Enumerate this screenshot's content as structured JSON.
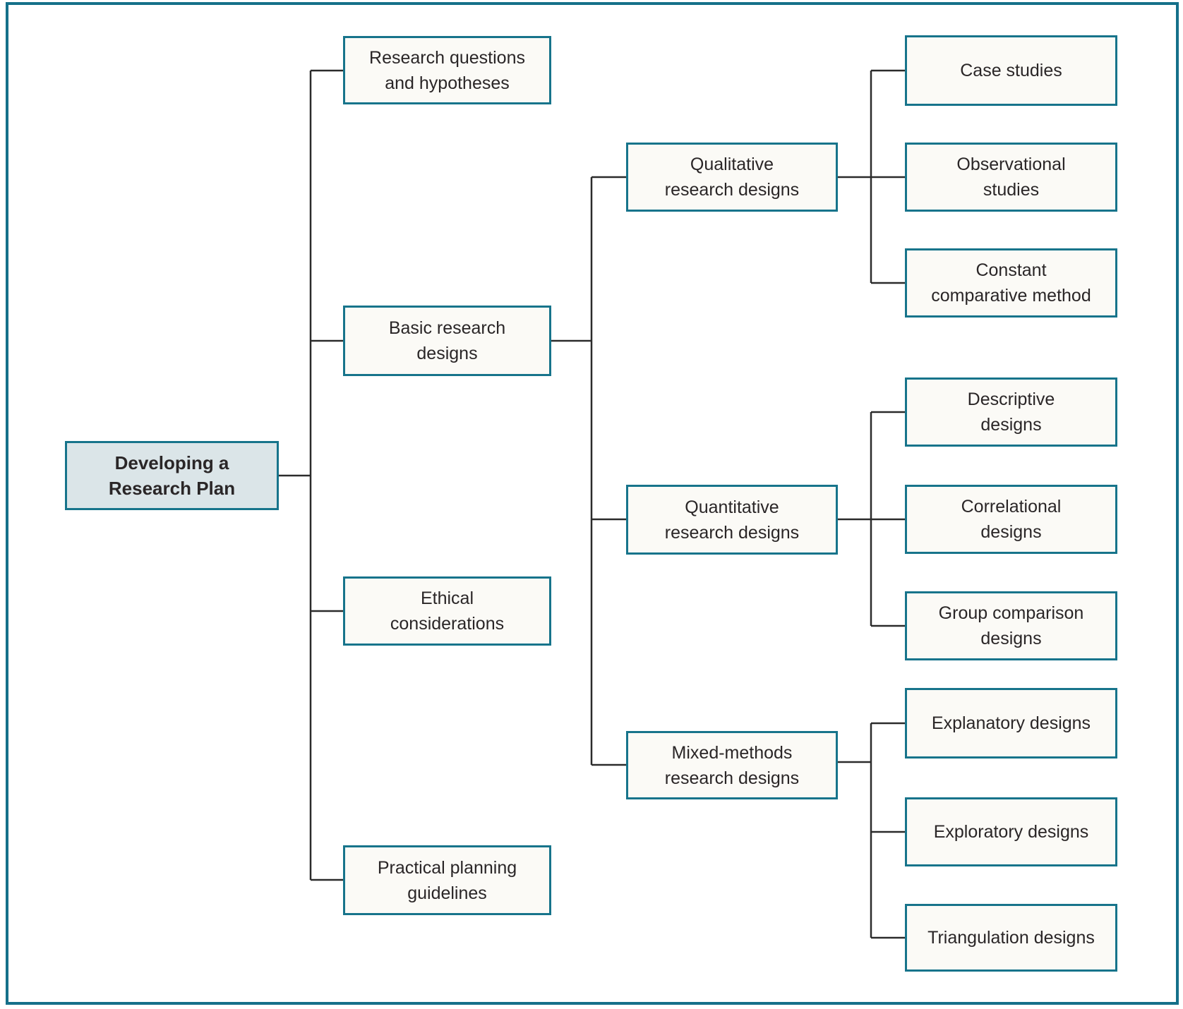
{
  "diagram": {
    "root": {
      "label": "Developing a\nResearch Plan"
    },
    "branches": [
      {
        "label": "Research questions\nand hypotheses"
      },
      {
        "label": "Basic research\ndesigns",
        "children": [
          {
            "label": "Qualitative\nresearch designs",
            "children": [
              {
                "label": "Case studies"
              },
              {
                "label": "Observational\nstudies"
              },
              {
                "label": "Constant\ncomparative method"
              }
            ]
          },
          {
            "label": "Quantitative\nresearch designs",
            "children": [
              {
                "label": "Descriptive\ndesigns"
              },
              {
                "label": "Correlational\ndesigns"
              },
              {
                "label": "Group comparison\ndesigns"
              }
            ]
          },
          {
            "label": "Mixed-methods\nresearch designs",
            "children": [
              {
                "label": "Explanatory designs"
              },
              {
                "label": "Exploratory designs"
              },
              {
                "label": "Triangulation designs"
              }
            ]
          }
        ]
      },
      {
        "label": "Ethical\nconsiderations"
      },
      {
        "label": "Practical planning\nguidelines"
      }
    ],
    "colors": {
      "frame": "#15708a",
      "box_border": "#17748b",
      "box_fill": "#fbfaf6",
      "root_fill": "#dbe5e8",
      "line": "#2b2b2b",
      "text": "#2a2627"
    }
  }
}
